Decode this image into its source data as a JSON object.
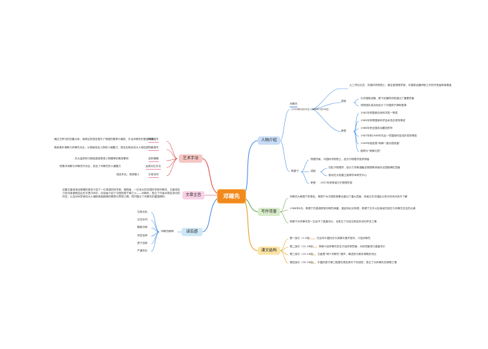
{
  "center": "邓稼先",
  "branches": {
    "bio": {
      "label": "人物介绍",
      "name": "邓稼先",
      "dates": "（1924年6月25日-1986年7月29日）",
      "intro": "九三学社社员，中国科学院院士，著名核物理学家，中国核武器研制工作的开拓者和奠基者",
      "achievement_label": "成就",
      "achievements": [
        "为中国核武器、原子武器的研发做出了重要贡献",
        "领导团队成功地设计了中国原子弹和氢弹"
      ],
      "honors_label": "荣誉",
      "honors": [
        "1982年获国家自然科学奖一等奖",
        "1985年获得国家科学技术进步奖特等奖",
        "1986年获全国劳动模范称号",
        "1987年和1989年先后一项国家科技进步奖特等奖",
        "1999年被追授“两弹一星功勋奖章”",
        "被称为“两弹元勋”"
      ],
      "yang_name": "杨振宁",
      "yang_intro": "物理学家，中国科学院院士，诺贝尔物理学奖获得者",
      "yang_achievement_label": "成就",
      "yang_achievements": [
        "在粒子物理学、统计力学和凝聚态物理等领域作出里程碑性贡献",
        "推动在大陆建立高等学术研究中心"
      ],
      "yang_honors_label": "荣誉",
      "yang_honors": [
        "1957年获得诺贝尔物理学奖"
      ]
    },
    "background": {
      "label": "写作背景",
      "items": [
        "邓稼先为杨振宁的挚友，杨振宁为中国的核事业做出了重大贡献，然而过去中国民众却长时间对其不了解",
        "1986年6月，杨振宁在香港获知邓稼先病重，遂赶到北京探视，杨振宁文中以自身经历回忆与邓稼先交往的点滴",
        "杨振宁对邓稼先的一生给予了高度评价，也表达了对这位挚友的深切怀念之情"
      ]
    },
    "structure": {
      "label": "课文结构",
      "parts": [
        {
          "part": "第一部分（1-9段）",
          "text": "在百年中国历史大背景中展开描写，介绍邓稼先"
        },
        {
          "part": "第二部分（10-18段）",
          "text": "简单介绍邓稼先的生平经历和贡献，对其贡献进行高度评价"
        },
        {
          "part": "第三部分（19-24段）",
          "text": "文章是“两个邓稼先”展开，阐述其与奥本海默的对比"
        },
        {
          "part": "第四部分（30-33段）",
          "text": "中国的原子弹工程是在艰苦条件下完成的，表达了对邓稼先的崇敬之情"
        }
      ]
    },
    "theme": {
      "label": "文章主旨",
      "text": "这篇文章用饱含感情的语言介绍了一位卓越的科学家，爱国者、一位伟大的中国科学家邓稼先。文章将自己的切身感受结合在字里行间中，向读者介绍了中国的原子弹之父——邓稼先，表达了作者对挚友深切的怀念，以及对科学家伟大人格和崇高精神的敬佩与赞颂之情，同时展示了邓稼先的爱国情怀。"
    },
    "art": {
      "label": "艺术手法",
      "items": [
        {
          "tag": "环境描写",
          "text": "通过古罗马的凯撒大帝，用简洁的语言描写了帝国的繁荣与衰败，引出邓稼先的爱国精神"
        },
        {
          "tag": "侧面描写",
          "text": "借用奥本海默与邓稼先对比，从侧面突出人物的人格魅力，真实反映出伟大人物品质"
        },
        {
          "tag": "选材精确",
          "text": "在大量资料中精选能够表现人物精神的典型事例"
        },
        {
          "tag": "运用对比手法",
          "text": "把奥本海默与邓稼先作对比，突出了邓稼先的人格魅力"
        },
        {
          "tag": "引用诗词",
          "text": "语言朴实，真挚感人"
        }
      ]
    },
    "reading": {
      "label": "读后感",
      "sub": "邓稼先精神",
      "items": [
        "忘我无私",
        "淡泊名利",
        "鞠躬尽瘁",
        "刻苦钻研",
        "勇于创新",
        "严谨务实"
      ]
    }
  }
}
